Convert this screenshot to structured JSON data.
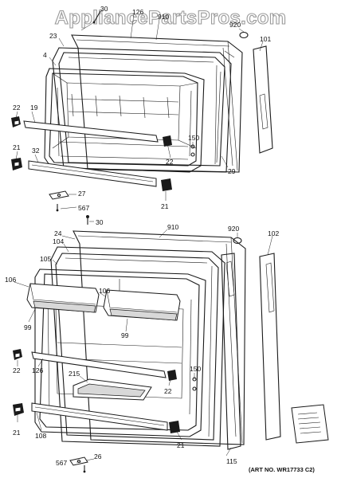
{
  "watermark": "AppliancePartsPros.com",
  "art_number": "(ART NO. WR17733 C2)",
  "labels": {
    "l30a": "30",
    "l126a": "126",
    "l910a": "910",
    "l920a": "920",
    "l101": "101",
    "l23": "23",
    "l4": "4",
    "l22a": "22",
    "l19": "19",
    "l21a": "21",
    "l32": "32",
    "l150a": "150",
    "l22b": "22",
    "l29": "29",
    "l27": "27",
    "l21b": "21",
    "l567a": "567",
    "l30b": "30",
    "l24": "24",
    "l910b": "910",
    "l920b": "920",
    "l102": "102",
    "l104": "104",
    "l105": "105",
    "l106a": "106",
    "l106b": "106",
    "l99a": "99",
    "l99b": "99",
    "l22c": "22",
    "l126b": "126",
    "l215": "215",
    "l150b": "150",
    "l22d": "22",
    "l21c": "21",
    "l108": "108",
    "l21d": "21",
    "l567b": "567",
    "l26": "26",
    "l115": "115"
  },
  "colors": {
    "ink": "#1a1a1a",
    "watermark_outline": "#9a9a9a"
  }
}
